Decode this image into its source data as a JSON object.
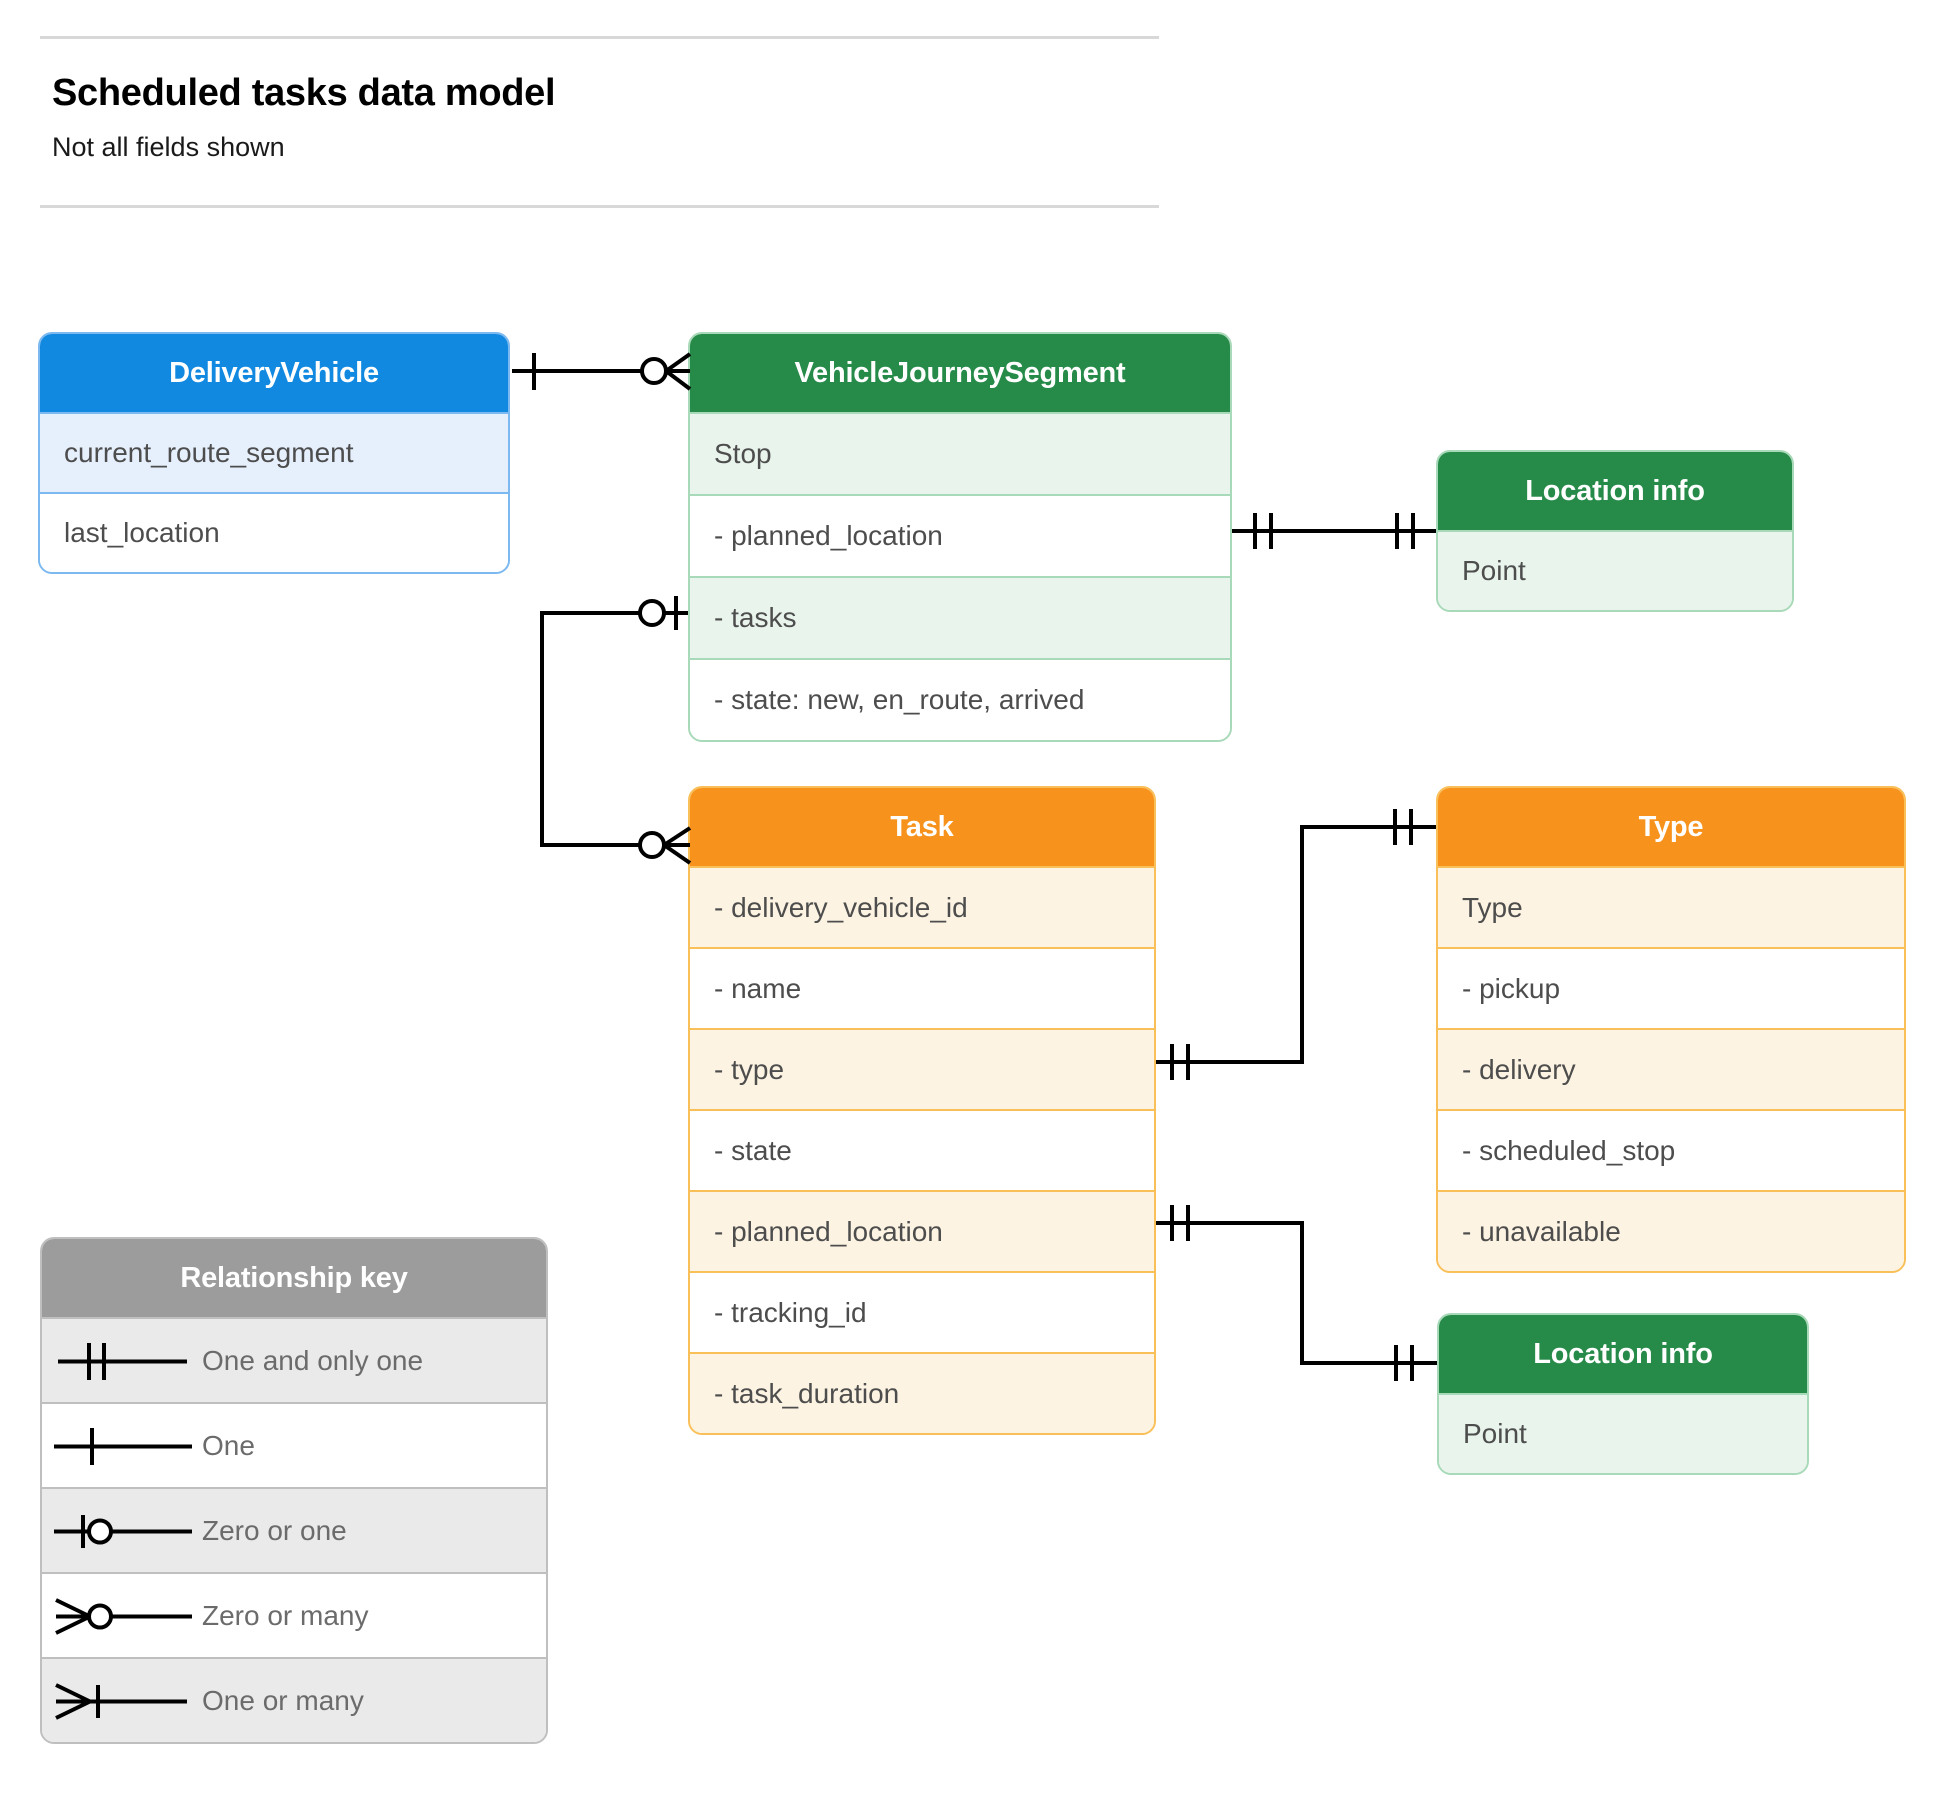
{
  "header": {
    "title": "Scheduled tasks data model",
    "subtitle": "Not all fields shown"
  },
  "colors": {
    "blue_header": "#1289e0",
    "blue_row": "#e6f0fd",
    "blue_border": "#7cb9f0",
    "green_header": "#268a48",
    "green_row": "#e8f4ec",
    "green_border": "#a8d9b8",
    "orange_header": "#f7931d",
    "orange_row": "#fdf3e2",
    "orange_border": "#f9c05a",
    "grey_header": "#9c9c9c",
    "grey_row": "#eaeaea",
    "grey_border": "#bfbfbf",
    "connector": "#000000",
    "rule": "#d8d8d8",
    "text": "#4d4d4d"
  },
  "entities": {
    "delivery_vehicle": {
      "title": "DeliveryVehicle",
      "rows": [
        "current_route_segment",
        "last_location"
      ]
    },
    "vehicle_journey_segment": {
      "title": "VehicleJourneySegment",
      "rows": [
        "Stop",
        "-  planned_location",
        "- tasks",
        "- state: new, en_route, arrived"
      ]
    },
    "location_info_top": {
      "title": "Location info",
      "rows": [
        "Point"
      ]
    },
    "location_info_bottom": {
      "title": "Location info",
      "rows": [
        "Point"
      ]
    },
    "task": {
      "title": "Task",
      "rows": [
        "- delivery_vehicle_id",
        "- name",
        "- type",
        "- state",
        "- planned_location",
        "- tracking_id",
        "- task_duration"
      ]
    },
    "type": {
      "title": "Type",
      "rows": [
        "Type",
        "-   pickup",
        "-   delivery",
        "-   scheduled_stop",
        "-   unavailable"
      ]
    }
  },
  "legend": {
    "title": "Relationship key",
    "items": [
      {
        "symbol": "one-and-only-one",
        "label": "One and only one"
      },
      {
        "symbol": "one",
        "label": "One"
      },
      {
        "symbol": "zero-or-one",
        "label": "Zero or one"
      },
      {
        "symbol": "zero-or-many",
        "label": "Zero or many"
      },
      {
        "symbol": "one-or-many",
        "label": "One or many"
      }
    ]
  },
  "relationships": [
    {
      "from": "DeliveryVehicle",
      "from_cardinality": "one",
      "to": "VehicleJourneySegment",
      "to_cardinality": "zero-or-many"
    },
    {
      "from": "VehicleJourneySegment.tasks",
      "from_cardinality": "zero-or-one",
      "to": "Task",
      "to_cardinality": "zero-or-many"
    },
    {
      "from": "VehicleJourneySegment.planned_location",
      "from_cardinality": "one-and-only-one",
      "to": "Location info",
      "to_cardinality": "one-and-only-one"
    },
    {
      "from": "Task.type",
      "from_cardinality": "one-and-only-one",
      "to": "Type",
      "to_cardinality": "one-and-only-one"
    },
    {
      "from": "Task.planned_location",
      "from_cardinality": "one-and-only-one",
      "to": "Location info",
      "to_cardinality": "one-and-only-one"
    }
  ]
}
